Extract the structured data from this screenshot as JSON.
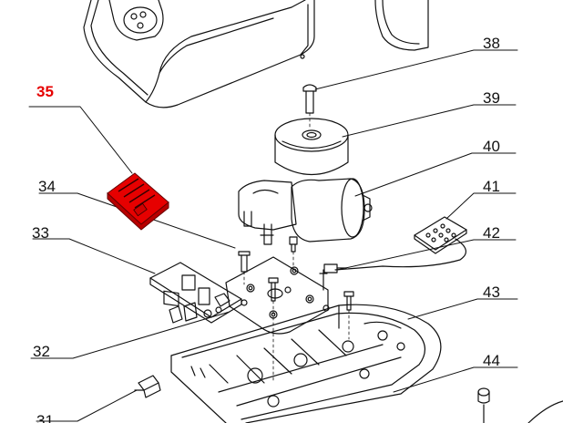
{
  "diagram": {
    "highlight_color": "#e60000",
    "part_highlighted": "35",
    "callouts": [
      {
        "id": "31",
        "label": "31"
      },
      {
        "id": "32",
        "label": "32"
      },
      {
        "id": "33",
        "label": "33"
      },
      {
        "id": "34",
        "label": "34"
      },
      {
        "id": "35",
        "label": "35"
      },
      {
        "id": "38",
        "label": "38"
      },
      {
        "id": "39",
        "label": "39"
      },
      {
        "id": "40",
        "label": "40"
      },
      {
        "id": "41",
        "label": "41"
      },
      {
        "id": "42",
        "label": "42"
      },
      {
        "id": "43",
        "label": "43"
      },
      {
        "id": "44",
        "label": "44"
      }
    ]
  }
}
